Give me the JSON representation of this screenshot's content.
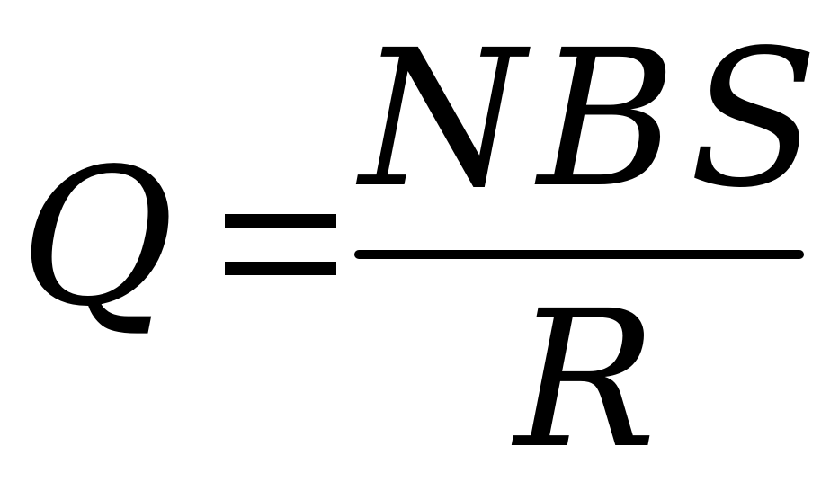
{
  "equation": {
    "lhs": "Q",
    "operator": "=",
    "numerator": "NBS",
    "denominator": "R"
  },
  "colors": {
    "text": "#000000",
    "background": "#ffffff"
  }
}
